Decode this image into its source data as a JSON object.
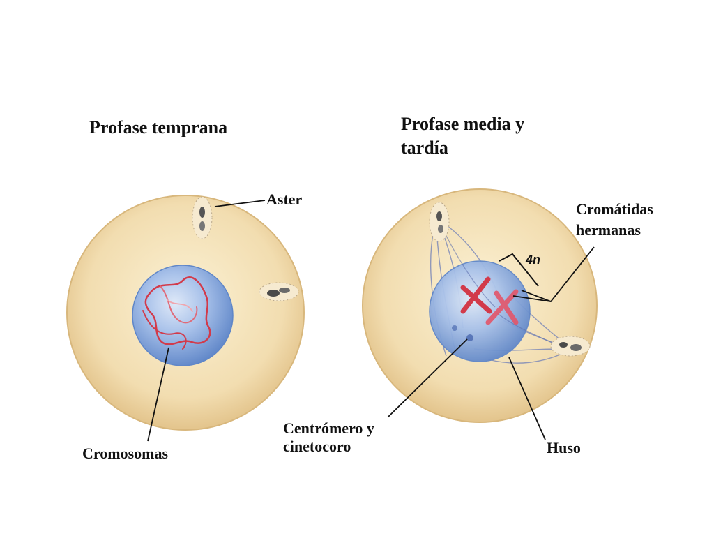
{
  "diagram": {
    "left_panel": {
      "title": "Profase temprana",
      "labels": {
        "aster": "Aster",
        "chromosomes": "Cromosomas"
      }
    },
    "right_panel": {
      "title_line1": "Profase media y",
      "title_line2": "tardía",
      "labels": {
        "sister_chromatids_line1": "Cromátidas",
        "sister_chromatids_line2": "hermanas",
        "ploidy": "4n",
        "centromere_line1": "Centrómero y",
        "centromere_line2": "cinetocoro",
        "spindle": "Huso"
      }
    },
    "colors": {
      "cytoplasm": "#f2ddb0",
      "cytoplasm_edge": "#d8b77c",
      "nucleus": "#8fb0e0",
      "nucleus_edge": "#5f86c8",
      "chromosome": "#d23a4a",
      "label_line": "#111111"
    }
  }
}
